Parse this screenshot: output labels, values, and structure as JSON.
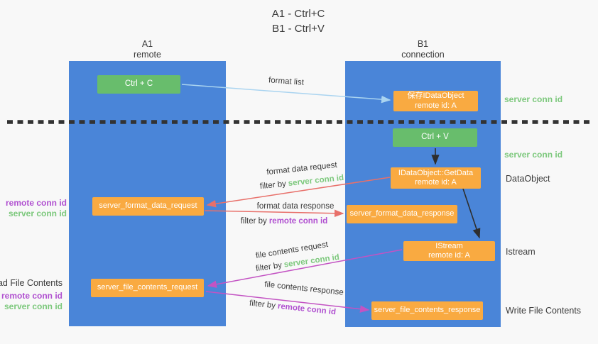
{
  "title": {
    "line1": "A1 - Ctrl+C",
    "line2": "B1 - Ctrl+V"
  },
  "columns": {
    "a1": {
      "name": "A1",
      "subtitle": "remote"
    },
    "b1": {
      "name": "B1",
      "subtitle": "connection"
    }
  },
  "boxes": {
    "ctrl_c": {
      "label": "Ctrl + C"
    },
    "ctrl_v": {
      "label": "Ctrl + V"
    },
    "save_dataobject": {
      "line1": "保存IDataObject",
      "line2": "remote id: A"
    },
    "getdata": {
      "line1": "IDataObject::GetData",
      "line2": "remote id: A"
    },
    "istream": {
      "line1": "IStream",
      "line2": "remote id: A"
    },
    "server_format_data_request": {
      "label": "server_format_data_request"
    },
    "server_format_data_response": {
      "label": "server_format_data_response"
    },
    "server_file_contents_request": {
      "label": "server_file_contents_request"
    },
    "server_file_contents_response": {
      "label": "server_file_contents_response"
    }
  },
  "edge_labels": {
    "format_list": "format list",
    "format_data_request": "format data request",
    "format_data_response": "format data response",
    "file_contents_request": "file contents request",
    "file_contents_response": "file contents response",
    "filter_by": "filter by",
    "server_conn_id": "server conn id",
    "remote_conn_id": "remote conn id"
  },
  "side_labels": {
    "left": {
      "remote_conn_id": "remote conn id",
      "server_conn_id": "server conn id",
      "read_file_contents": "Read File Contents"
    },
    "right": {
      "server_conn_id": "server conn id",
      "dataobject": "DataObject",
      "istream": "Istream",
      "write_file_contents": "Write File Contents"
    }
  },
  "colors": {
    "lifeline_blue": "#4a85d8",
    "action_green": "#68bd6c",
    "message_orange": "#f9aa41",
    "arrow_red": "#e8706a",
    "arrow_magenta": "#c353c3",
    "arrow_lightblue": "#aad4f0",
    "arrow_black": "#2e2e2e",
    "text_green": "#7cc87c",
    "text_purple": "#b050d0",
    "text_dark": "#3b3b3b",
    "background": "#f8f8f8"
  }
}
